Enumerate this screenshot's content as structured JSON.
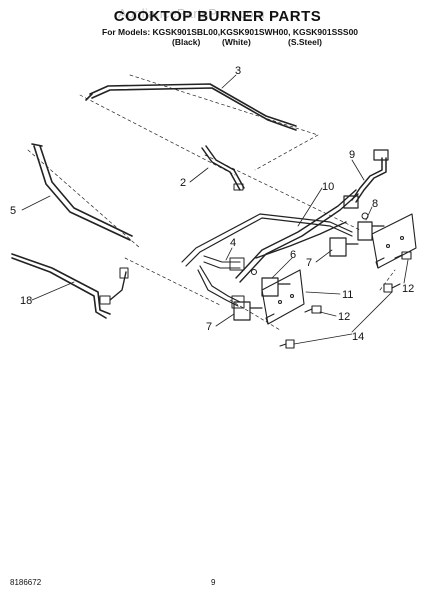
{
  "watermark": "AppliancePartsPros.com",
  "title": "COOKTOP BURNER PARTS",
  "models_line": "For Models: KGSK901SBL00,KGSK901SWH00, KGSK901SSS00",
  "finishes": [
    "(Black)",
    "(White)",
    "(S.Steel)"
  ],
  "callouts": {
    "c3": "3",
    "c2": "2",
    "c5": "5",
    "c18": "18",
    "c9": "9",
    "c10": "10",
    "c8": "8",
    "c4": "4",
    "c6": "6",
    "c7a": "7",
    "c7b": "7",
    "c11": "11",
    "c12a": "12",
    "c12b": "12",
    "c14": "14"
  },
  "footer": {
    "doc_number": "8186672",
    "page_number": "9"
  }
}
